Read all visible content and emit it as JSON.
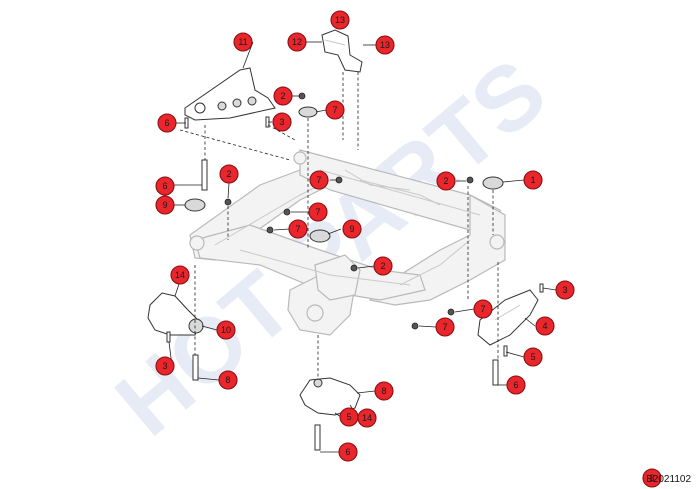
{
  "watermark": "HOT PARTS",
  "diagram_code": "B2021102",
  "callouts": [
    "1",
    "2",
    "2",
    "2",
    "2",
    "3",
    "3",
    "3",
    "3",
    "4",
    "5",
    "5",
    "6",
    "6",
    "6",
    "6",
    "7",
    "7",
    "7",
    "7",
    "7",
    "7",
    "7",
    "8",
    "8",
    "9",
    "9",
    "10",
    "11",
    "12",
    "13",
    "13",
    "14",
    "14"
  ],
  "colors": {
    "callout_fill": "#e8262c",
    "frame": "#f3f3f3",
    "watermark": "#e6ebf5"
  }
}
